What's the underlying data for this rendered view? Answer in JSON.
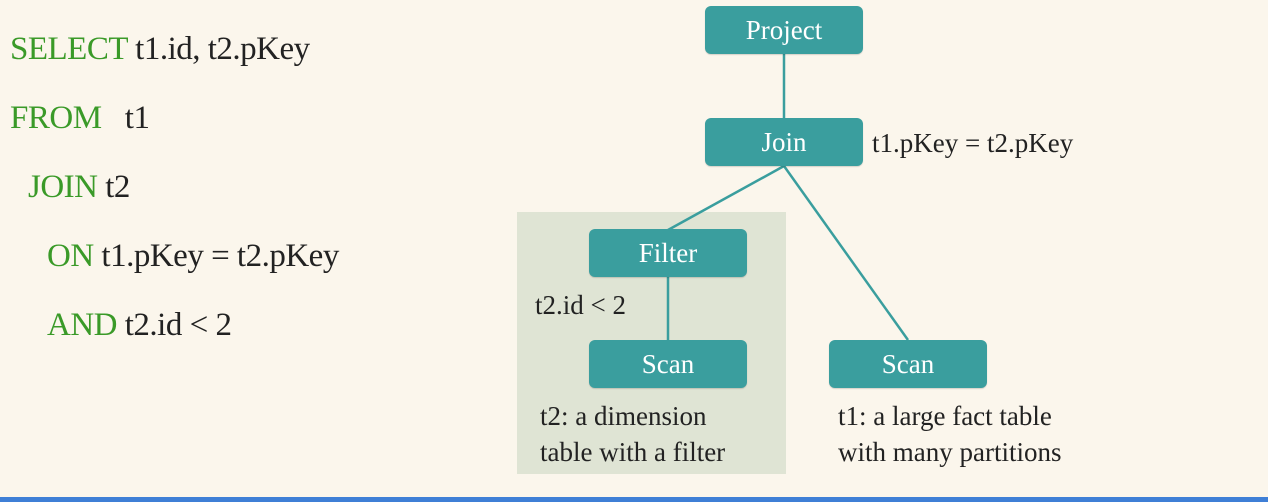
{
  "sql": {
    "line1": {
      "keyword": "SELECT",
      "text": " t1.id, t2.pKey"
    },
    "line2": {
      "keyword": "FROM",
      "text": "   t1"
    },
    "line3": {
      "keyword": "JOIN",
      "text": " t2"
    },
    "line4": {
      "keyword": "ON",
      "text": " t1.pKey = t2.pKey"
    },
    "line5": {
      "keyword": "AND",
      "text": " t2.id < 2"
    }
  },
  "plan": {
    "project": "Project",
    "join": "Join",
    "join_condition": "t1.pKey = t2.pKey",
    "filter": "Filter",
    "filter_condition": "t2.id < 2",
    "scan_left": "Scan",
    "scan_right": "Scan",
    "scan_left_note_1": "t2: a dimension",
    "scan_left_note_2": "table with a filter",
    "scan_right_note_1": "t1: a large fact table",
    "scan_right_note_2": "with many partitions"
  },
  "colors": {
    "node_fill": "#3a9e9e",
    "keyword": "#3a9a28",
    "highlight_region": "#dfe4d4"
  }
}
